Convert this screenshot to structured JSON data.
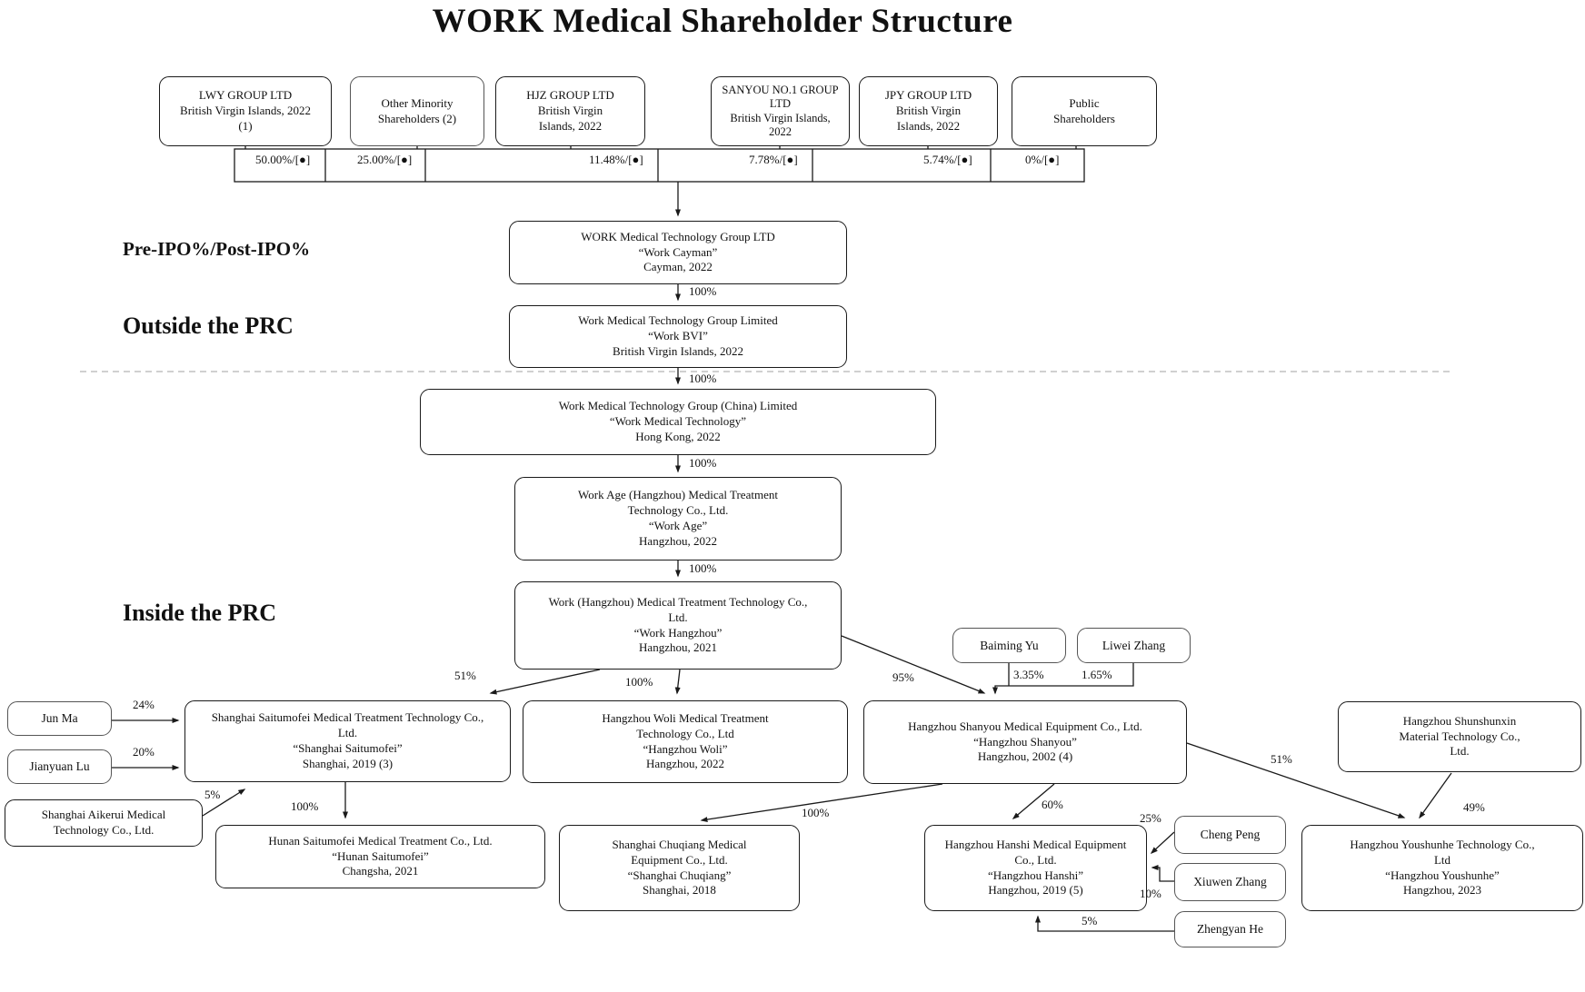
{
  "title": "WORK Medical Shareholder Structure",
  "section_labels": {
    "pre_post_ipo": "Pre-IPO%/Post-IPO%",
    "outside_prc": "Outside the PRC",
    "inside_prc": "Inside the PRC"
  },
  "entities": {
    "lwy": {
      "lines": [
        "LWY GROUP LTD",
        "British Virgin Islands, 2022",
        "(1)"
      ]
    },
    "other_minority": {
      "lines": [
        "Other Minority",
        "Shareholders (2)"
      ]
    },
    "hjz": {
      "lines": [
        "HJZ GROUP LTD",
        "British Virgin",
        "Islands, 2022"
      ]
    },
    "sanyou_no1": {
      "lines": [
        "SANYOU NO.1 GROUP",
        "LTD",
        "British Virgin Islands,",
        "2022"
      ]
    },
    "jpy": {
      "lines": [
        "JPY GROUP LTD",
        "British Virgin",
        "Islands, 2022"
      ]
    },
    "public_shareholders": {
      "lines": [
        "Public",
        "Shareholders"
      ]
    },
    "work_cayman": {
      "lines": [
        "WORK Medical Technology Group LTD",
        "“Work Cayman”",
        "Cayman, 2022"
      ]
    },
    "work_bvi": {
      "lines": [
        "Work Medical Technology Group Limited",
        "“Work BVI”",
        "British Virgin Islands, 2022"
      ]
    },
    "work_hk": {
      "lines": [
        "Work Medical Technology Group (China) Limited",
        "“Work Medical Technology”",
        "Hong Kong, 2022"
      ]
    },
    "work_age": {
      "lines": [
        "Work Age (Hangzhou) Medical Treatment",
        "Technology Co., Ltd.",
        "“Work Age”",
        "Hangzhou, 2022"
      ]
    },
    "work_hangzhou": {
      "lines": [
        "Work (Hangzhou) Medical Treatment Technology Co.,",
        "Ltd.",
        "“Work Hangzhou”",
        "Hangzhou, 2021"
      ]
    },
    "baiming_yu": {
      "lines": [
        "Baiming Yu"
      ]
    },
    "liwei_zhang": {
      "lines": [
        "Liwei Zhang"
      ]
    },
    "jun_ma": {
      "lines": [
        "Jun Ma"
      ]
    },
    "jianyuan_lu": {
      "lines": [
        "Jianyuan Lu"
      ]
    },
    "shanghai_aikerui": {
      "lines": [
        "Shanghai Aikerui Medical",
        "Technology Co., Ltd."
      ]
    },
    "shanghai_saitumofei": {
      "lines": [
        "Shanghai Saitumofei Medical Treatment Technology Co.,",
        "Ltd.",
        "“Shanghai Saitumofei”",
        "Shanghai, 2019 (3)"
      ]
    },
    "hangzhou_woli": {
      "lines": [
        "Hangzhou Woli Medical Treatment",
        "Technology Co., Ltd",
        "“Hangzhou Woli”",
        "Hangzhou, 2022"
      ]
    },
    "hangzhou_shanyou": {
      "lines": [
        "Hangzhou Shanyou Medical Equipment Co., Ltd.",
        "“Hangzhou Shanyou”",
        "Hangzhou, 2002 (4)"
      ]
    },
    "hangzhou_shunshunxin": {
      "lines": [
        "Hangzhou Shunshunxin",
        "Material Technology Co.,",
        "Ltd."
      ]
    },
    "hunan_saitumofei": {
      "lines": [
        "Hunan Saitumofei Medical Treatment Co., Ltd.",
        "“Hunan Saitumofei”",
        "Changsha, 2021"
      ]
    },
    "shanghai_chuqiang": {
      "lines": [
        "Shanghai Chuqiang Medical",
        "Equipment Co., Ltd.",
        "“Shanghai Chuqiang”",
        "Shanghai, 2018"
      ]
    },
    "hangzhou_hanshi": {
      "lines": [
        "Hangzhou Hanshi Medical Equipment",
        "Co., Ltd.",
        "“Hangzhou Hanshi”",
        "Hangzhou, 2019 (5)"
      ]
    },
    "hangzhou_youshunhe": {
      "lines": [
        "Hangzhou Youshunhe Technology Co.,",
        "Ltd",
        "“Hangzhou Youshunhe”",
        "Hangzhou, 2023"
      ]
    },
    "cheng_peng": {
      "lines": [
        "Cheng Peng"
      ]
    },
    "xiuwen_zhang": {
      "lines": [
        "Xiuwen Zhang"
      ]
    },
    "zhengyan_he": {
      "lines": [
        "Zhengyan He"
      ]
    }
  },
  "ownership_edges": [
    {
      "from": "lwy",
      "to": "work_cayman",
      "label": "50.00%/[●]"
    },
    {
      "from": "other_minority",
      "to": "work_cayman",
      "label": "25.00%/[●]"
    },
    {
      "from": "hjz",
      "to": "work_cayman",
      "label": "11.48%/[●]"
    },
    {
      "from": "sanyou_no1",
      "to": "work_cayman",
      "label": "7.78%/[●]"
    },
    {
      "from": "jpy",
      "to": "work_cayman",
      "label": "5.74%/[●]"
    },
    {
      "from": "public_shareholders",
      "to": "work_cayman",
      "label": "0%/[●]"
    },
    {
      "from": "work_cayman",
      "to": "work_bvi",
      "label": "100%"
    },
    {
      "from": "work_bvi",
      "to": "work_hk",
      "label": "100%"
    },
    {
      "from": "work_hk",
      "to": "work_age",
      "label": "100%"
    },
    {
      "from": "work_age",
      "to": "work_hangzhou",
      "label": "100%"
    },
    {
      "from": "work_hangzhou",
      "to": "shanghai_saitumofei",
      "label": "51%"
    },
    {
      "from": "work_hangzhou",
      "to": "hangzhou_woli",
      "label": "100%"
    },
    {
      "from": "work_hangzhou",
      "to": "hangzhou_shanyou",
      "label": "95%"
    },
    {
      "from": "baiming_yu",
      "to": "hangzhou_shanyou",
      "label": "3.35%"
    },
    {
      "from": "liwei_zhang",
      "to": "hangzhou_shanyou",
      "label": "1.65%"
    },
    {
      "from": "jun_ma",
      "to": "shanghai_saitumofei",
      "label": "24%"
    },
    {
      "from": "jianyuan_lu",
      "to": "shanghai_saitumofei",
      "label": "20%"
    },
    {
      "from": "shanghai_aikerui",
      "to": "shanghai_saitumofei",
      "label": "5%"
    },
    {
      "from": "shanghai_saitumofei",
      "to": "hunan_saitumofei",
      "label": "100%"
    },
    {
      "from": "hangzhou_shanyou",
      "to": "shanghai_chuqiang",
      "label": "100%"
    },
    {
      "from": "hangzhou_shanyou",
      "to": "hangzhou_hanshi",
      "label": "60%"
    },
    {
      "from": "hangzhou_shanyou",
      "to": "hangzhou_youshunhe",
      "label": "51%"
    },
    {
      "from": "hangzhou_shunshunxin",
      "to": "hangzhou_youshunhe",
      "label": "49%"
    },
    {
      "from": "cheng_peng",
      "to": "hangzhou_hanshi",
      "label": "25%"
    },
    {
      "from": "xiuwen_zhang",
      "to": "hangzhou_hanshi",
      "label": "10%"
    },
    {
      "from": "zhengyan_he",
      "to": "hangzhou_hanshi",
      "label": "5%"
    }
  ]
}
